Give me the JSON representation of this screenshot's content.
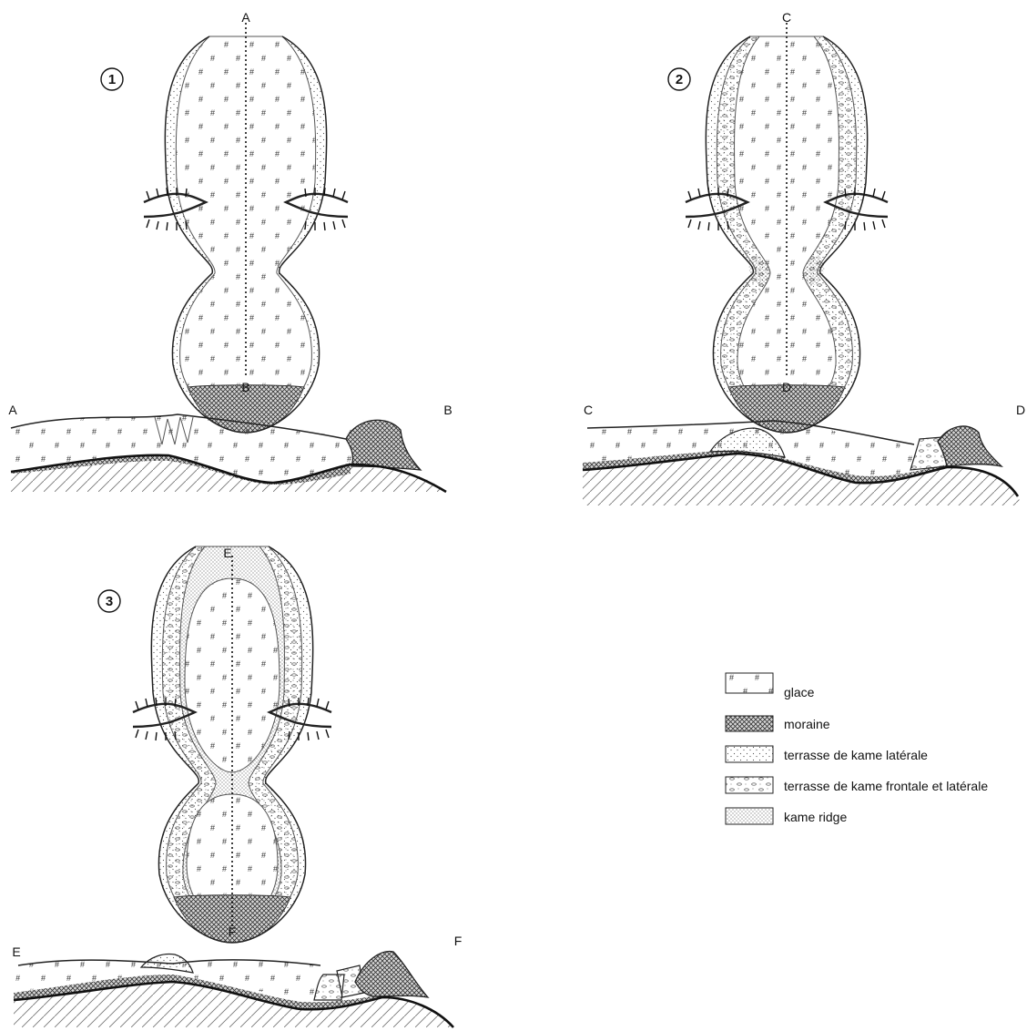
{
  "panels": [
    {
      "number": "1",
      "section_start": "A",
      "section_end": "B"
    },
    {
      "number": "2",
      "section_start": "C",
      "section_end": "D"
    },
    {
      "number": "3",
      "section_start": "E",
      "section_end": "F"
    }
  ],
  "legend": [
    {
      "label": "glace",
      "pattern": "ice-hash"
    },
    {
      "label": "moraine",
      "pattern": "moraine-crosshatch"
    },
    {
      "label": "terrasse de kame latérale",
      "pattern": "lateral-dots"
    },
    {
      "label": "terrasse de kame frontale et latérale",
      "pattern": "pebbles"
    },
    {
      "label": "kame ridge",
      "pattern": "dense-dots"
    }
  ],
  "colors": {
    "line": "#222222",
    "background": "#ffffff"
  }
}
